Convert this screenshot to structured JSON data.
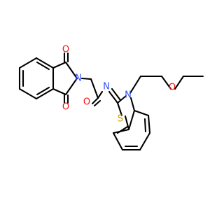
{
  "molecule": {
    "atoms": [
      {
        "id": "o_top",
        "element": "O",
        "color": "#ff0d0d"
      },
      {
        "id": "o_bottom",
        "element": "O",
        "color": "#ff0d0d"
      },
      {
        "id": "n_imide",
        "element": "N",
        "color": "#3050f8"
      },
      {
        "id": "o_amide",
        "element": "O",
        "color": "#ff0d0d"
      },
      {
        "id": "n_imine",
        "element": "N",
        "color": "#3050f8"
      },
      {
        "id": "o_ether",
        "element": "O",
        "color": "#ff0d0d"
      },
      {
        "id": "n_ring",
        "element": "N",
        "color": "#3050f8"
      },
      {
        "id": "s_ring",
        "element": "S",
        "color": "#c8a000"
      }
    ],
    "bond_color": "#000000"
  }
}
